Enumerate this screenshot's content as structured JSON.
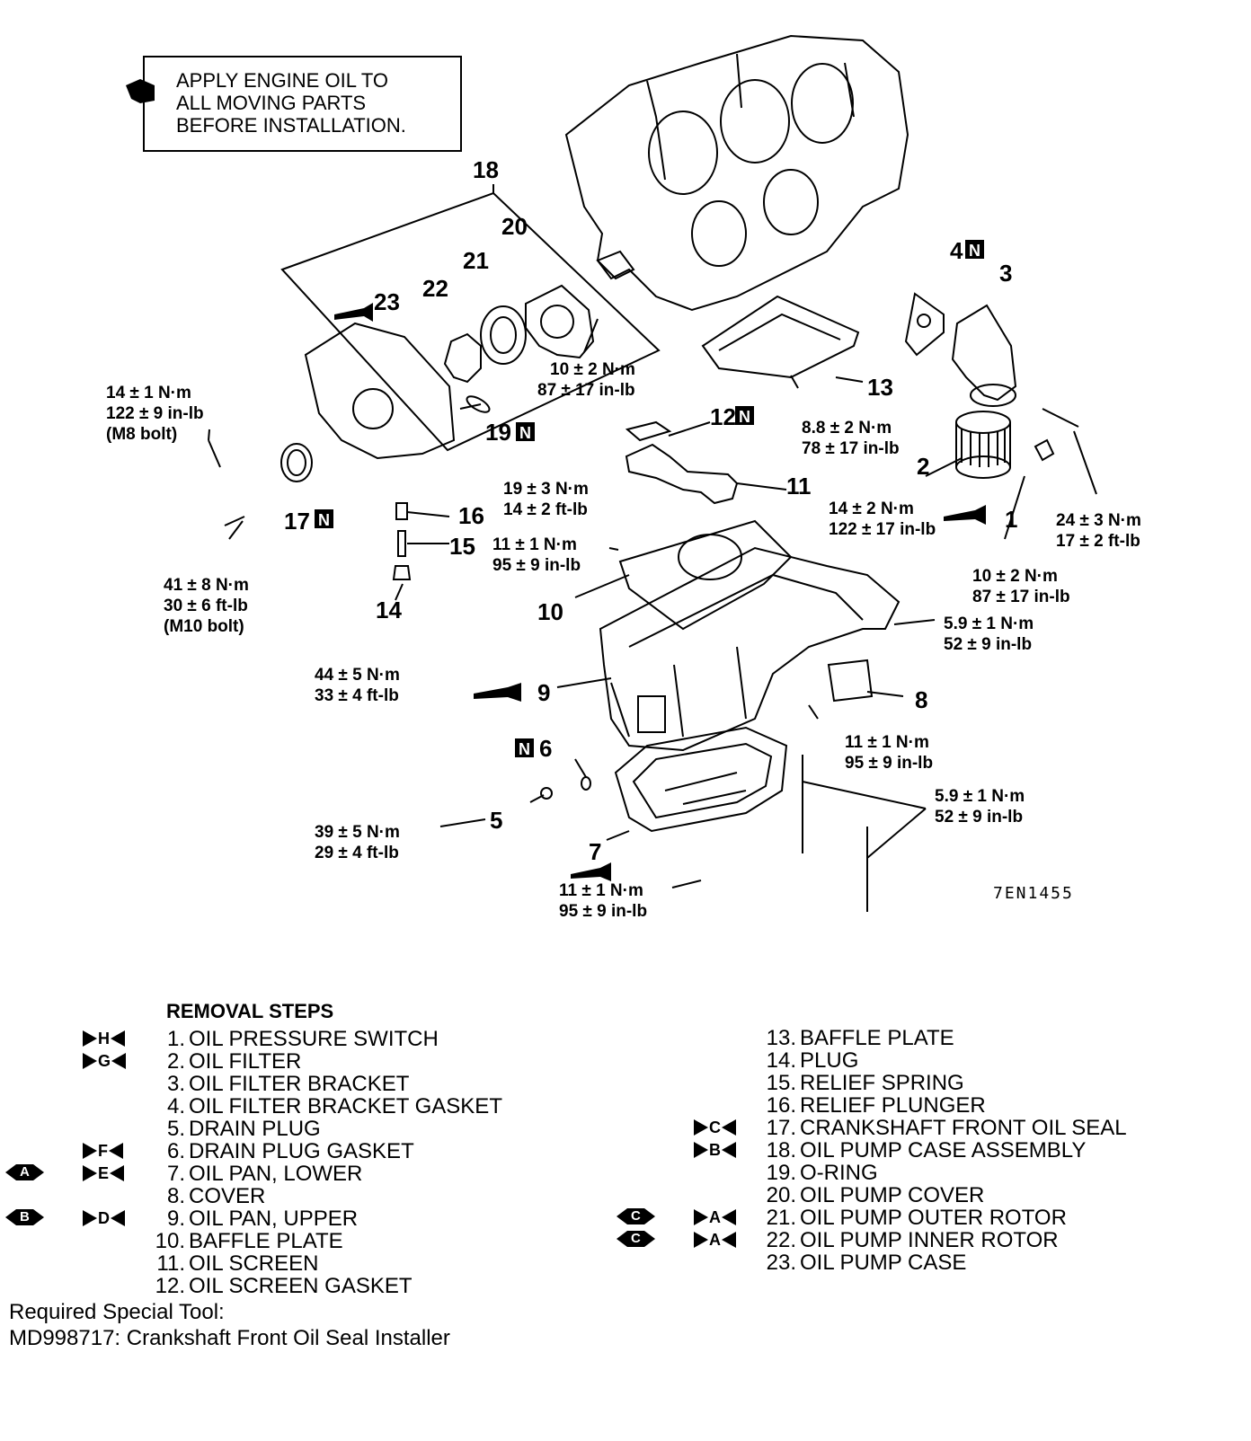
{
  "note": {
    "lines": [
      "APPLY ENGINE OIL TO",
      "ALL MOVING PARTS",
      "BEFORE INSTALLATION."
    ],
    "icon": "oil-can-icon"
  },
  "callouts": {
    "c1": "1",
    "c2": "2",
    "c3": "3",
    "c4": "4",
    "c5": "5",
    "c6": "6",
    "c7": "7",
    "c8": "8",
    "c9": "9",
    "c10": "10",
    "c11": "11",
    "c12": "12",
    "c13": "13",
    "c14": "14",
    "c15": "15",
    "c16": "16",
    "c17": "17",
    "c18": "18",
    "c19": "19",
    "c20": "20",
    "c21": "21",
    "c22": "22",
    "c23": "23",
    "new_part_mark": "N"
  },
  "torques": {
    "t_m8": [
      "14 ± 1 N·m",
      "122 ± 9 in-lb",
      "(M8 bolt)"
    ],
    "t_m10": [
      "41 ± 8 N·m",
      "30 ± 6 ft-lb",
      "(M10 bolt)"
    ],
    "t_cover20": [
      "10 ± 2 N·m",
      "87 ± 17 in-lb"
    ],
    "t_baffle13": [
      "8.8 ± 2 N·m",
      "78 ± 17 in-lb"
    ],
    "t_screen": [
      "19 ± 3 N·m",
      "14 ± 2 ft-lb"
    ],
    "t_15": [
      "11 ± 1 N·m",
      "95 ± 9 in-lb"
    ],
    "t_filter": [
      "14 ± 2 N·m",
      "122 ± 17 in-lb"
    ],
    "t_bracket": [
      "24 ± 3 N·m",
      "17 ± 2 ft-lb"
    ],
    "t_switch": [
      "10 ± 2 N·m",
      "87 ± 17 in-lb"
    ],
    "t_pan_side": [
      "5.9 ± 1 N·m",
      "52 ± 9 in-lb"
    ],
    "t_plug14": [
      "44 ± 5 N·m",
      "33 ± 4 ft-lb"
    ],
    "t_cover8": [
      "11 ± 1 N·m",
      "95 ± 9 in-lb"
    ],
    "t_long_bolts": [
      "5.9 ± 1 N·m",
      "52 ± 9 in-lb"
    ],
    "t_drain": [
      "39 ± 5 N·m",
      "29 ± 4 ft-lb"
    ],
    "t_lower_pan": [
      "11 ± 1 N·m",
      "95 ± 9 in-lb"
    ]
  },
  "figure_code": "7EN1455",
  "removal": {
    "title": "REMOVAL STEPS",
    "left": [
      {
        "n": "1.",
        "t": "OIL PRESSURE SWITCH",
        "mark": "H"
      },
      {
        "n": "2.",
        "t": "OIL FILTER",
        "mark": "G"
      },
      {
        "n": "3.",
        "t": "OIL FILTER BRACKET"
      },
      {
        "n": "4.",
        "t": "OIL FILTER BRACKET GASKET"
      },
      {
        "n": "5.",
        "t": "DRAIN PLUG"
      },
      {
        "n": "6.",
        "t": "DRAIN PLUG GASKET",
        "mark": "F"
      },
      {
        "n": "7.",
        "t": "OIL PAN, LOWER",
        "mark": "E",
        "oval": "A"
      },
      {
        "n": "8.",
        "t": "COVER"
      },
      {
        "n": "9.",
        "t": "OIL PAN, UPPER",
        "mark": "D",
        "oval": "B"
      },
      {
        "n": "10.",
        "t": "BAFFLE PLATE"
      },
      {
        "n": "11.",
        "t": "OIL SCREEN"
      },
      {
        "n": "12.",
        "t": "OIL SCREEN GASKET"
      }
    ],
    "right": [
      {
        "n": "13.",
        "t": "BAFFLE PLATE"
      },
      {
        "n": "14.",
        "t": "PLUG"
      },
      {
        "n": "15.",
        "t": "RELIEF SPRING"
      },
      {
        "n": "16.",
        "t": "RELIEF PLUNGER"
      },
      {
        "n": "17.",
        "t": "CRANKSHAFT FRONT OIL SEAL",
        "mark": "C"
      },
      {
        "n": "18.",
        "t": "OIL PUMP CASE ASSEMBLY",
        "mark": "B"
      },
      {
        "n": "19.",
        "t": "O-RING"
      },
      {
        "n": "20.",
        "t": "OIL PUMP COVER"
      },
      {
        "n": "21.",
        "t": "OIL PUMP OUTER ROTOR",
        "mark": "A",
        "oval": "C"
      },
      {
        "n": "22.",
        "t": "OIL PUMP INNER ROTOR",
        "mark": "A",
        "oval": "C"
      },
      {
        "n": "23.",
        "t": "OIL PUMP CASE"
      }
    ]
  },
  "tool": {
    "heading": "Required Special Tool:",
    "item": "MD998717: Crankshaft Front Oil Seal Installer"
  }
}
